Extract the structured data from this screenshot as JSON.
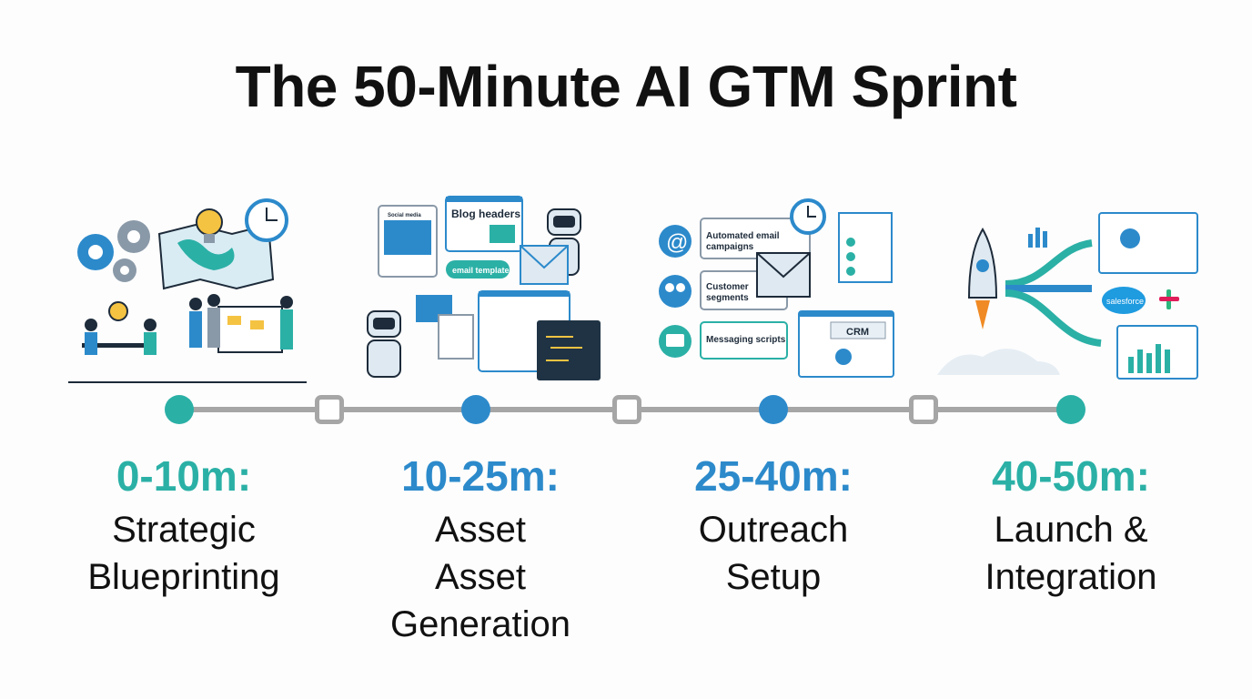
{
  "title": "The 50-Minute AI GTM Sprint",
  "colors": {
    "teal": "#2bb0a6",
    "blue": "#2c8acb",
    "track": "#a6a6a6"
  },
  "phases": [
    {
      "time": "0-10m:",
      "lines": [
        "Strategic",
        "Blueprinting"
      ],
      "color": "#2bb0a6",
      "illustration": "strategy-team-gears-map-clock"
    },
    {
      "time": "10-25m:",
      "lines": [
        "Asset",
        "Asset",
        "Generation"
      ],
      "color": "#2c8acb",
      "illustration": "robots-generating-assets",
      "labels": {
        "social": "Social media",
        "blog": "Blog headers",
        "email": "email template"
      }
    },
    {
      "time": "25-40m:",
      "lines": [
        "Outreach",
        "Setup"
      ],
      "color": "#2c8acb",
      "illustration": "outreach-crm",
      "labels": {
        "email": "Automated email",
        "email2": "campaigns",
        "segments": "Customer",
        "segments2": "segments",
        "scripts": "Messaging scripts",
        "crm": "CRM"
      }
    },
    {
      "time": "40-50m:",
      "lines": [
        "Launch &",
        "Integration"
      ],
      "color": "#2bb0a6",
      "illustration": "rocket-integrations",
      "labels": {
        "salesforce": "salesforce"
      }
    }
  ]
}
